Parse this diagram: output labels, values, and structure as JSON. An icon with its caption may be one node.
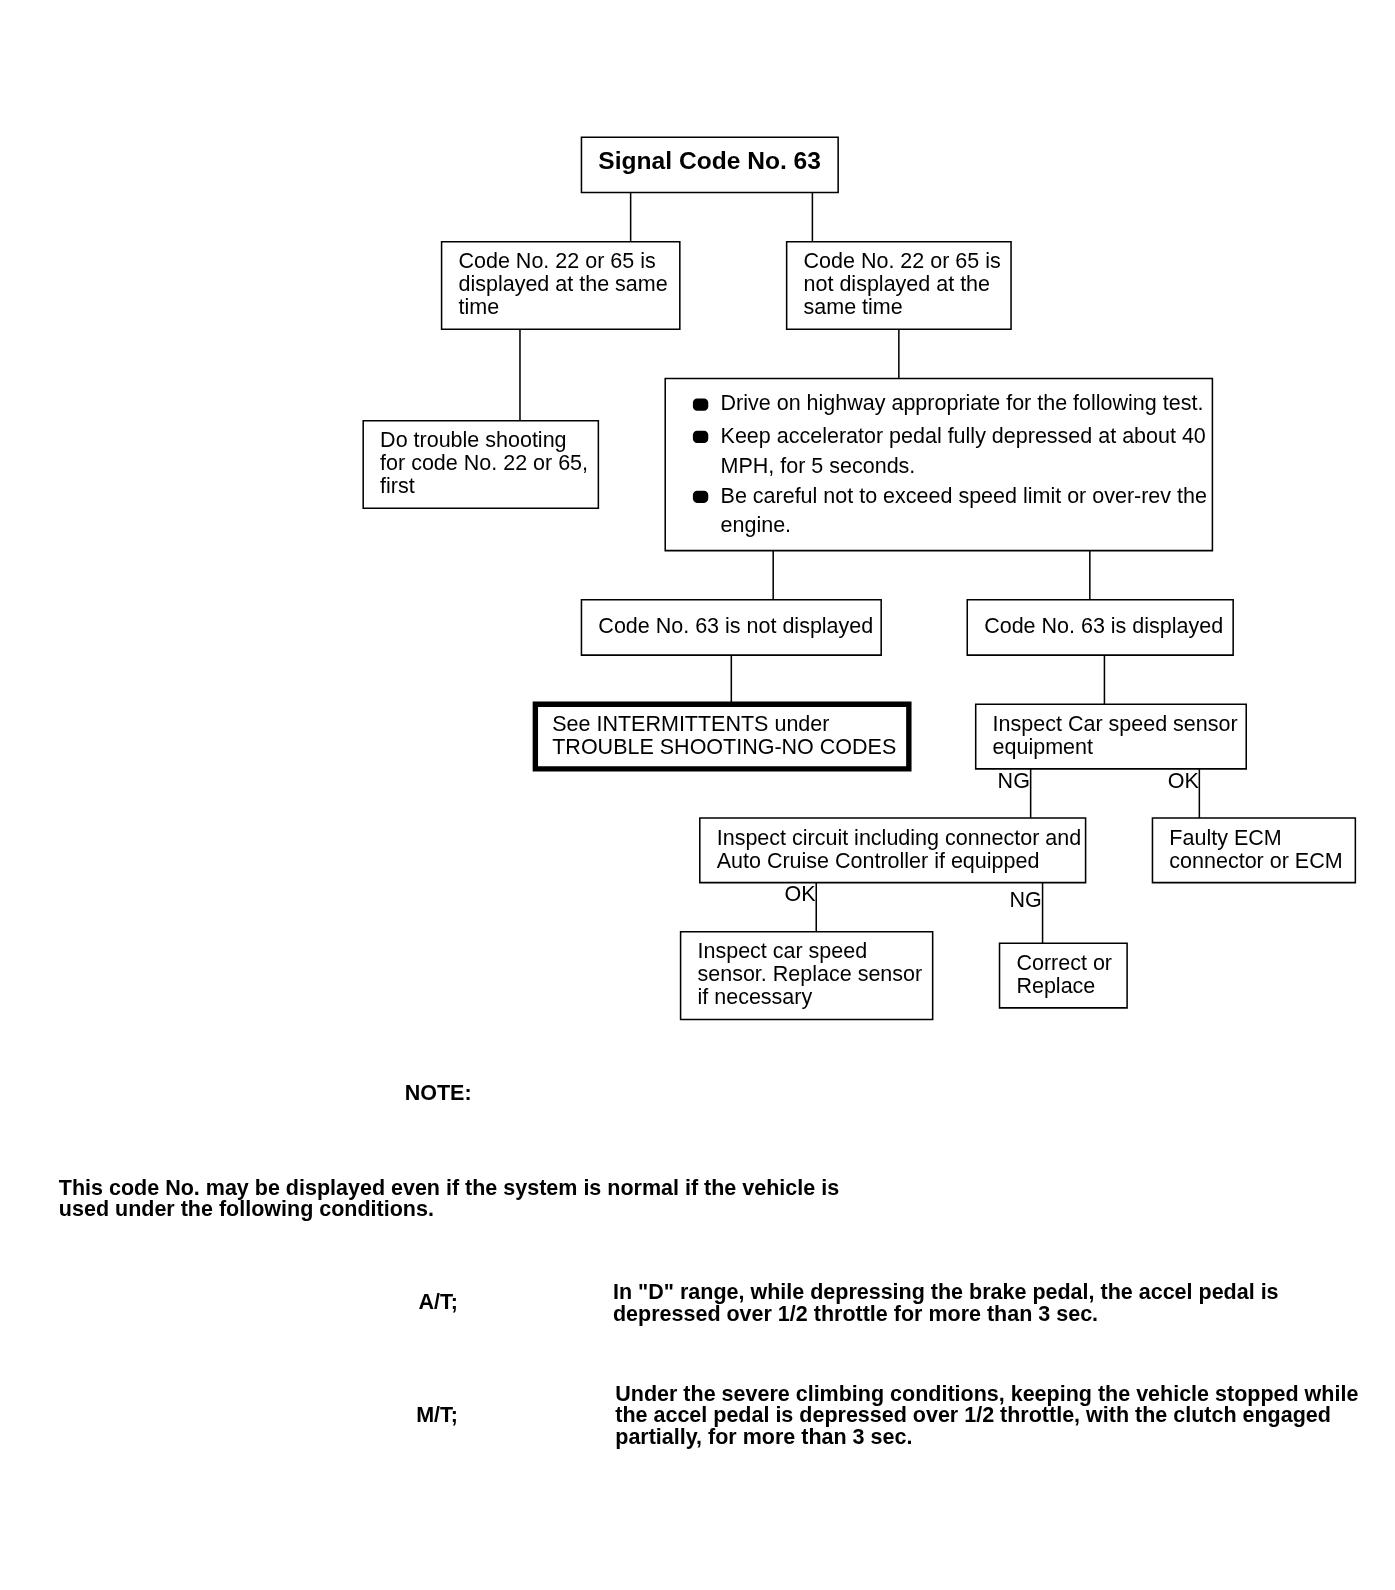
{
  "diagram": {
    "nodes": [
      {
        "text": [
          "Signal Code No. 63"
        ]
      },
      {
        "text": [
          "Code No. 22 or 65 is displayed at the same time"
        ]
      },
      {
        "text": [
          "Code No. 22 or 65 is not displayed at the same time"
        ]
      },
      {
        "text": [
          "Do trouble shooting for code No. 22 or 65, first"
        ]
      },
      {
        "text": [
          "Drive on highway appropriate for the following test.",
          "Keep accelerator pedal fully depressed at about 40 MPH, for 5 seconds.",
          "Be careful not to exceed speed limit or over-rev the engine."
        ]
      },
      {
        "text": [
          "Code No. 63 is not displayed"
        ]
      },
      {
        "text": [
          "Code No. 63 is displayed"
        ]
      },
      {
        "text": [
          "See INTERMITTENTS under TROUBLE SHOOTING-NO CODES"
        ]
      },
      {
        "text": [
          "Inspect Car speed sensor equipment"
        ]
      },
      {
        "text": [
          "Inspect circuit including connector and Auto Cruise Controller if equipped"
        ]
      },
      {
        "text": [
          "Faulty ECM connector or ECM"
        ]
      },
      {
        "text": [
          "Inspect car speed sensor. Replace sensor if necessary"
        ]
      },
      {
        "text": [
          "Correct or Replace"
        ]
      }
    ],
    "edges": [
      {
        "from": 0,
        "to": 1,
        "arrow": "none"
      },
      {
        "from": 0,
        "to": 2,
        "arrow": "none"
      },
      {
        "from": 1,
        "to": 3,
        "arrow": "none"
      },
      {
        "from": 2,
        "to": 4,
        "arrow": "none"
      },
      {
        "from": 4,
        "to": 5,
        "arrow": "none"
      },
      {
        "from": 4,
        "to": 6,
        "arrow": "none"
      },
      {
        "from": 5,
        "to": 7,
        "arrow": "none"
      },
      {
        "from": 6,
        "to": 8,
        "arrow": "none"
      },
      {
        "from": 8,
        "to": 9,
        "arrow": "none",
        "label": "NG"
      },
      {
        "from": 8,
        "to": 10,
        "arrow": "none",
        "label": "OK"
      },
      {
        "from": 9,
        "to": 11,
        "arrow": "none",
        "label": "OK"
      },
      {
        "from": 9,
        "to": 12,
        "arrow": "none",
        "label": "NG"
      }
    ],
    "labels": [
      "NOTE:",
      "This code No. may be displayed even if the system is normal if the vehicle is used under the following conditions.",
      "A/T;",
      "In \"D\" range, while depressing the brake pedal, the accel pedal is depressed over 1/2 throttle for more than 3 sec.",
      "M/T;",
      "Under the severe climbing conditions, keeping the vehicle stopped while the accel pedal is depressed over 1/2 throttle, with the clutch engaged partially, for more than 3 sec."
    ]
  }
}
